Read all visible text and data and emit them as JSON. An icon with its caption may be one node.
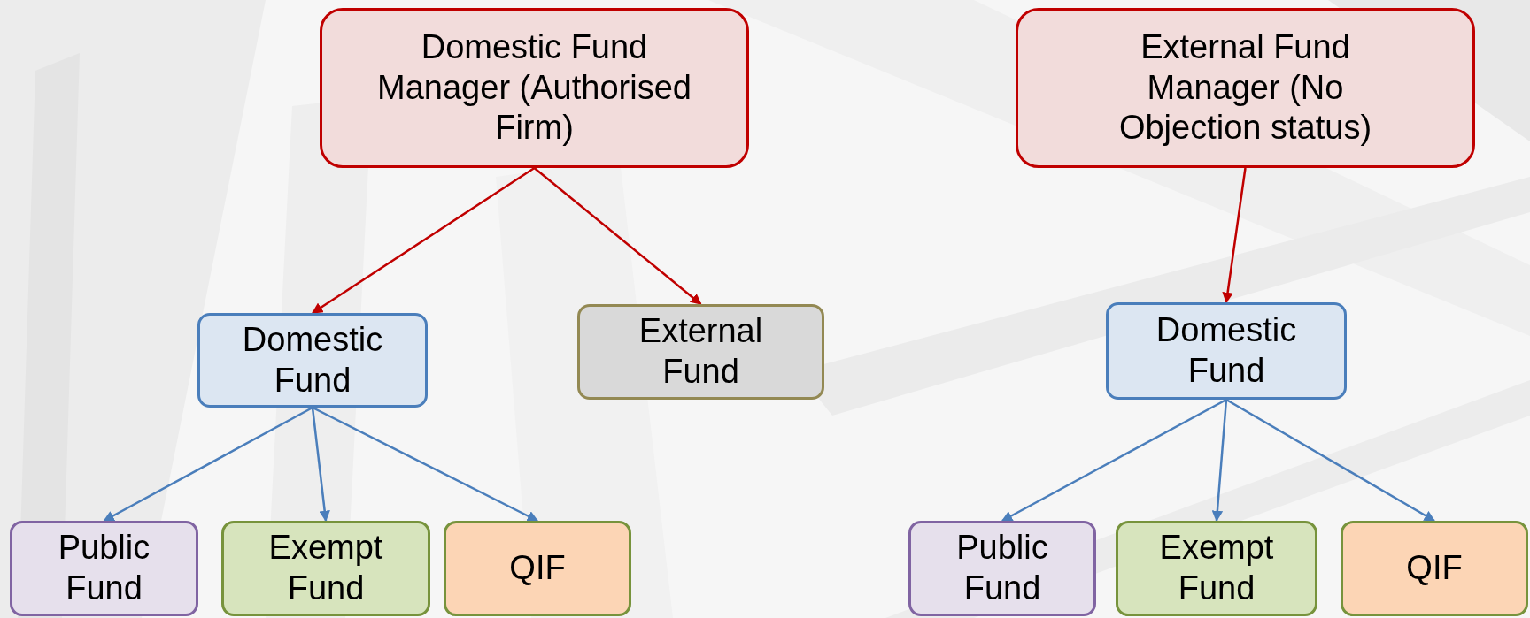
{
  "diagram": {
    "nodes": [
      {
        "text": [
          "Domestic Fund Manager (Authorised Firm)"
        ]
      },
      {
        "text": [
          "External Fund Manager (No Objection status)"
        ]
      },
      {
        "text": [
          "Domestic Fund"
        ]
      },
      {
        "text": [
          "External Fund"
        ]
      },
      {
        "text": [
          "Domestic Fund"
        ]
      },
      {
        "text": [
          "Public Fund"
        ]
      },
      {
        "text": [
          "Exempt Fund"
        ]
      },
      {
        "text": [
          "QIF"
        ]
      },
      {
        "text": [
          "Public Fund"
        ]
      },
      {
        "text": [
          "Exempt Fund"
        ]
      },
      {
        "text": [
          "QIF"
        ]
      }
    ],
    "edges": [
      {
        "from": 0,
        "to": 2,
        "arrow": "to",
        "color": "#c00000"
      },
      {
        "from": 0,
        "to": 3,
        "arrow": "to",
        "color": "#c00000"
      },
      {
        "from": 1,
        "to": 4,
        "arrow": "to",
        "color": "#c00000"
      },
      {
        "from": 2,
        "to": 5,
        "arrow": "to"
      },
      {
        "from": 2,
        "to": 6,
        "arrow": "to"
      },
      {
        "from": 2,
        "to": 7,
        "arrow": "to"
      },
      {
        "from": 4,
        "to": 8,
        "arrow": "to"
      },
      {
        "from": 4,
        "to": 9,
        "arrow": "to"
      },
      {
        "from": 4,
        "to": 10,
        "arrow": "to"
      }
    ]
  }
}
